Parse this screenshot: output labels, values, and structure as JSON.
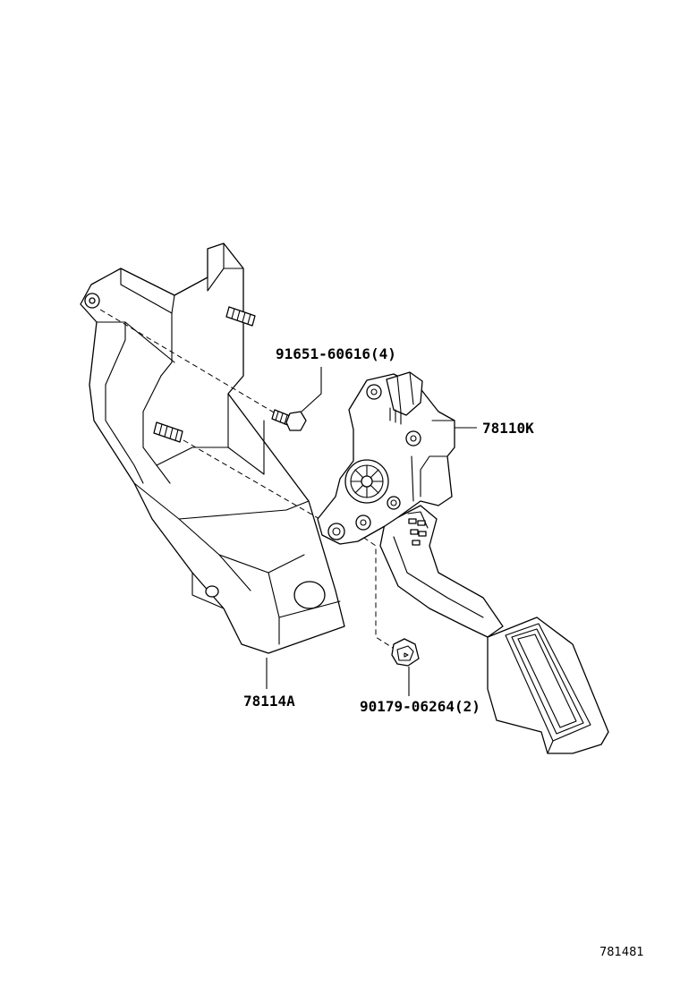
{
  "callouts": {
    "bolt": "91651-60616(4)",
    "pedal_assembly": "78110K",
    "bracket": "78114A",
    "nut": "90179-06264(2)"
  },
  "illustration_ref": "781481"
}
